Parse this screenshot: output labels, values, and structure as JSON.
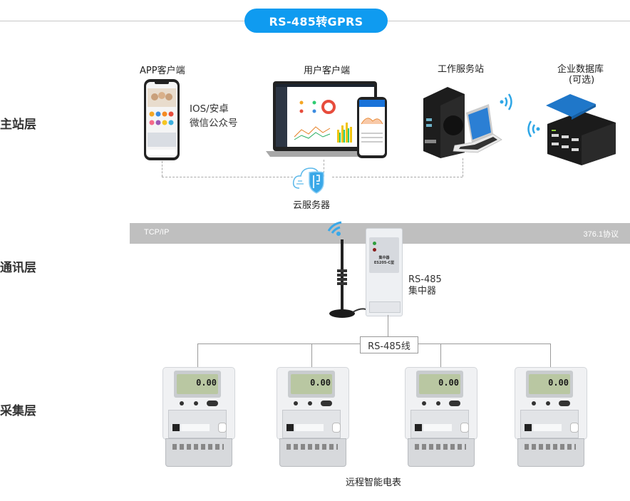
{
  "header": {
    "title": "RS-485转GPRS",
    "accent_color": "#0f9bf0"
  },
  "layers": {
    "master": "主站层",
    "comm": "通讯层",
    "collect": "采集层"
  },
  "master_station": {
    "app_client": {
      "title": "APP客户端",
      "platforms_line1": "IOS/安卓",
      "platforms_line2": "微信公众号"
    },
    "user_client": {
      "title": "用户客户端"
    },
    "workstation": {
      "title": "工作服务站"
    },
    "database": {
      "title_line1": "企业数据库",
      "title_line2": "(可选)"
    },
    "cloud": {
      "title": "云服务器"
    }
  },
  "comm_layer": {
    "protocol_left": "TCP/IP",
    "protocol_right": "376.1协议",
    "concentrator": {
      "line1": "RS-485",
      "line2": "集中器",
      "panel_name": "集中器",
      "panel_model": "ES205-C型"
    },
    "wire_label": "RS-485线"
  },
  "collect_layer": {
    "meter_caption": "远程智能电表",
    "meters": [
      {
        "display": "0.00"
      },
      {
        "display": "0.00"
      },
      {
        "display": "0.00"
      },
      {
        "display": "0.00"
      }
    ]
  }
}
